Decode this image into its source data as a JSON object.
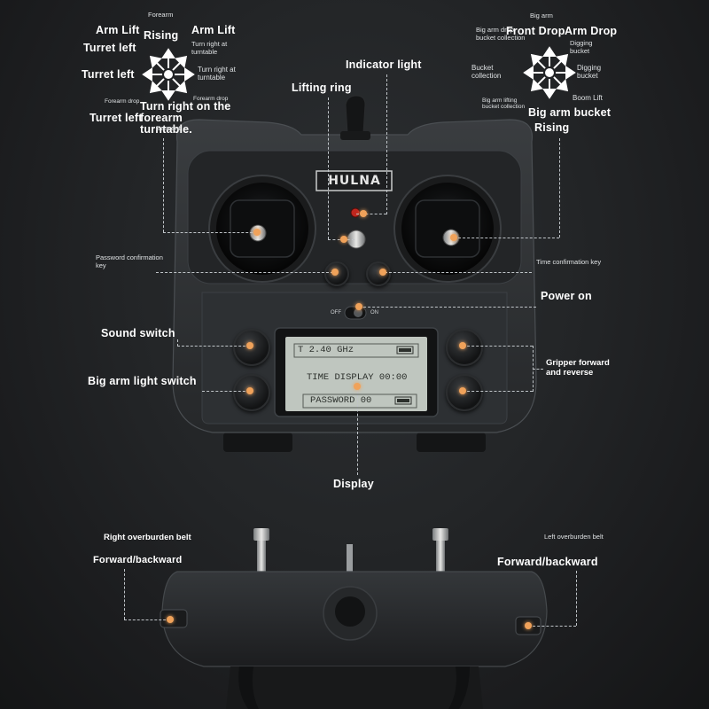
{
  "brand": "HULNA",
  "left_cluster": {
    "forearm": "Forearm",
    "arm_lift_left": "Arm Lift",
    "rising": "Rising",
    "arm_lift_right": "Arm Lift",
    "turret_left_1": "Turret left",
    "turn_right_turntable_1": "Turn right at turntable",
    "turret_left_2": "Turret left",
    "turn_right_turntable_2": "Turn right at turntable",
    "forearm_drop_left": "Forearm drop",
    "turn_right_forearm": "Turn right on the forearm turntable.",
    "forearm_drop_right": "Forearm drop",
    "turret_left_3": "Turret left",
    "descent": "Descent"
  },
  "right_cluster": {
    "big_arm": "Big arm",
    "big_arm_drop_bucket": "Big arm drop bucket collection",
    "front_drop": "Front Drop",
    "arm_drop": "Arm Drop",
    "digging_bucket_small": "Digging bucket",
    "bucket_collection": "Bucket collection",
    "digging_bucket": "Digging bucket",
    "big_arm_lifting": "Big arm lifting bucket collection",
    "boom_lift": "Boom Lift",
    "big_arm_bucket": "Big arm bucket",
    "rising": "Rising"
  },
  "labels": {
    "indicator_light": "Indicator light",
    "lifting_ring": "Lifting ring",
    "password_confirmation": "Password confirmation key",
    "time_confirmation": "Time confirmation key",
    "power_on": "Power on",
    "off": "OFF",
    "on": "ON",
    "sound_switch": "Sound switch",
    "gripper": "Gripper forward and reverse",
    "big_arm_light": "Big arm light switch",
    "display": "Display",
    "right_overburden": "Right overburden belt",
    "forward_backward_left": "Forward/backward",
    "left_overburden": "Left overburden belt",
    "forward_backward_right": "Forward/backward"
  },
  "lcd": {
    "line1": "T 2.40 GHz",
    "line2": "TIME DISPLAY 00:00",
    "line3": "PASSWORD 00"
  },
  "colors": {
    "accent_dot": "#f0a25a",
    "indicator_led": "#c0261e",
    "lcd_bg": "#bfc6bf"
  }
}
